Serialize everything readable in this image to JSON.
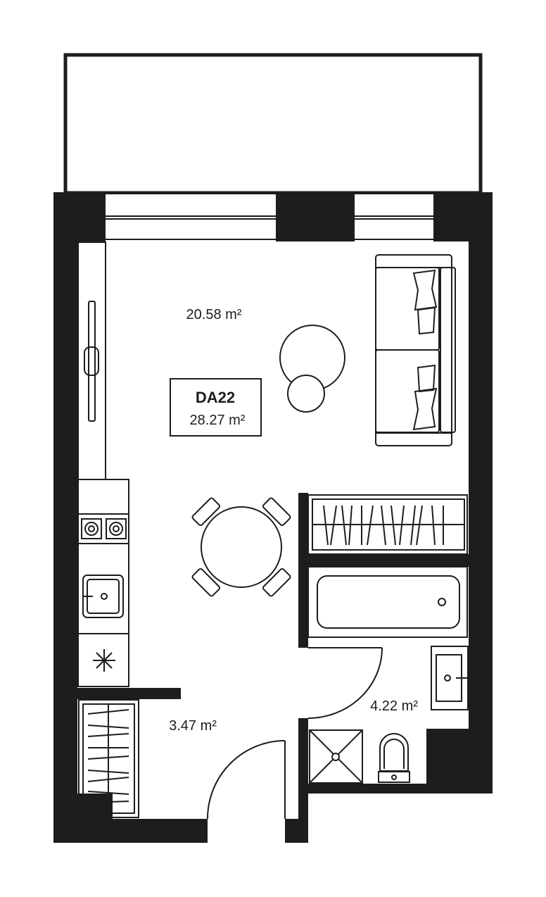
{
  "unit": {
    "code": "DA22",
    "total_area": "28.27 m²"
  },
  "rooms": [
    {
      "name": "living-room",
      "area": "20.58 m²"
    },
    {
      "name": "hallway",
      "area": "3.47 m²"
    },
    {
      "name": "bathroom",
      "area": "4.22 m²"
    }
  ],
  "colors": {
    "wall": "#1d1d1b",
    "background": "#ffffff"
  }
}
